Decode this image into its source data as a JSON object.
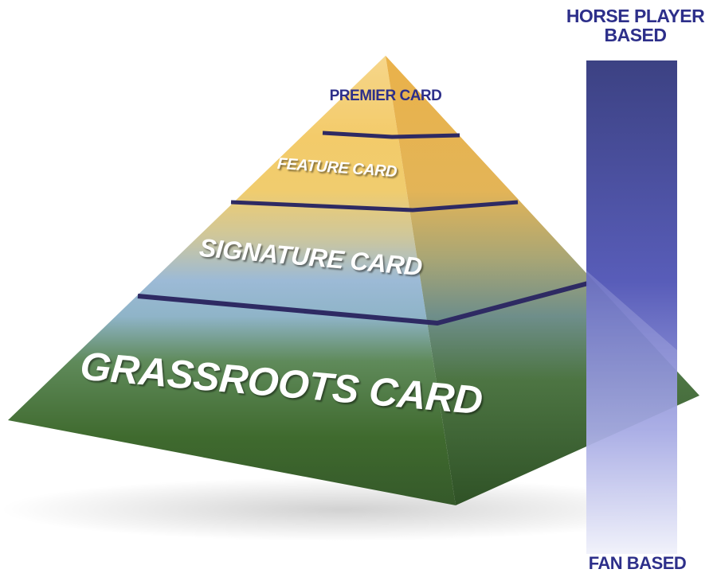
{
  "tiers": {
    "premier": "PREMIER CARD",
    "feature": "FEATURE CARD",
    "signature": "SIGNATURE CARD",
    "grassroots": "GRASSROOTS CARD"
  },
  "scale": {
    "top_label_line1": "HORSE PLAYER",
    "top_label_line2": "BASED",
    "bottom_label": "FAN BASED"
  },
  "colors": {
    "premier": "#f2c15a",
    "feature": "#f0cc6e",
    "signature": "#98b8d6",
    "grassroots": "#3f6a2e",
    "divider": "#2e2a63",
    "label_navy": "#2d2f8a",
    "bar_top": "#2b3178",
    "bar_bottom": "#ffffff"
  }
}
